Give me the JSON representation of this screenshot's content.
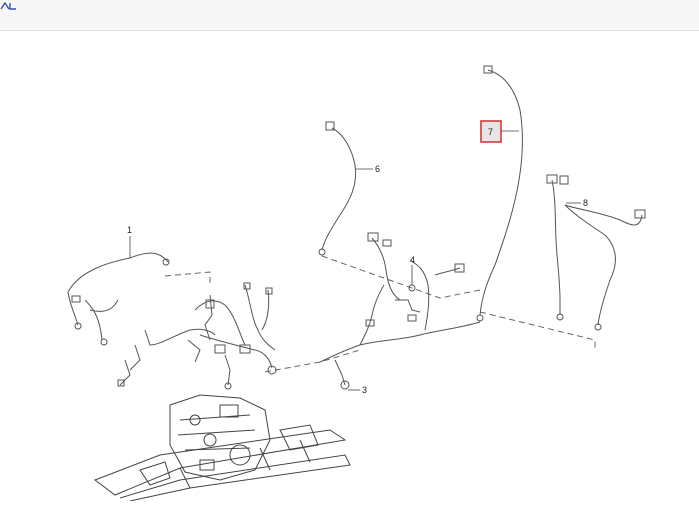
{
  "callouts": {
    "c1": "1",
    "c3": "3",
    "c4": "4",
    "c6": "6",
    "c7": "7",
    "c8": "8"
  },
  "highlight": {
    "selected_part": "7",
    "border_color": "#d43a3a",
    "fill_color": "#e6e6e6"
  },
  "topbar": {
    "icon": "diagram-icon"
  }
}
